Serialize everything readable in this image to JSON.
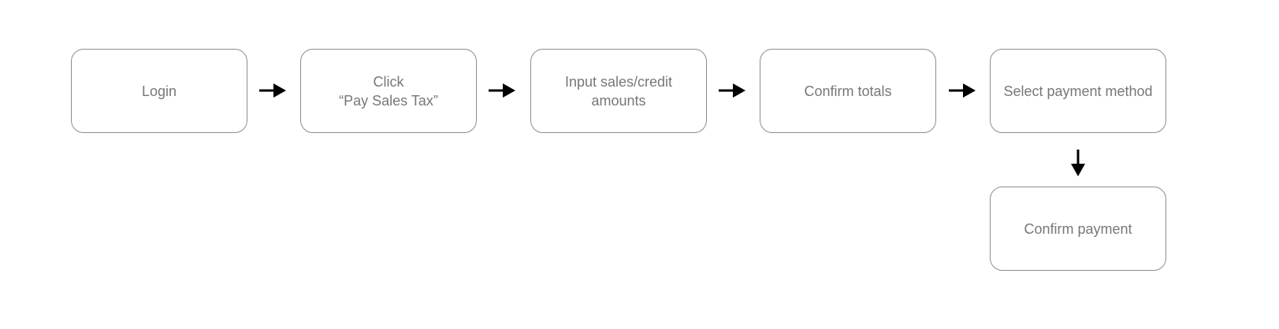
{
  "diagram": {
    "nodes": [
      {
        "id": "login",
        "lines": [
          "Login"
        ]
      },
      {
        "id": "click-pay",
        "lines": [
          "Click",
          "“Pay Sales Tax”"
        ]
      },
      {
        "id": "input-amounts",
        "lines": [
          "Input sales/credit",
          "amounts"
        ]
      },
      {
        "id": "confirm-totals",
        "lines": [
          "Confirm totals"
        ]
      },
      {
        "id": "select-payment",
        "lines": [
          "Select payment method"
        ]
      },
      {
        "id": "confirm-payment",
        "lines": [
          "Confirm payment"
        ]
      }
    ],
    "edges": [
      {
        "from": "login",
        "to": "click-pay"
      },
      {
        "from": "click-pay",
        "to": "input-amounts"
      },
      {
        "from": "input-amounts",
        "to": "confirm-totals"
      },
      {
        "from": "confirm-totals",
        "to": "select-payment"
      },
      {
        "from": "select-payment",
        "to": "confirm-payment"
      }
    ],
    "colors": {
      "node_border": "#8c8c8c",
      "node_text": "#777777",
      "arrow": "#000000",
      "background": "#ffffff"
    }
  }
}
